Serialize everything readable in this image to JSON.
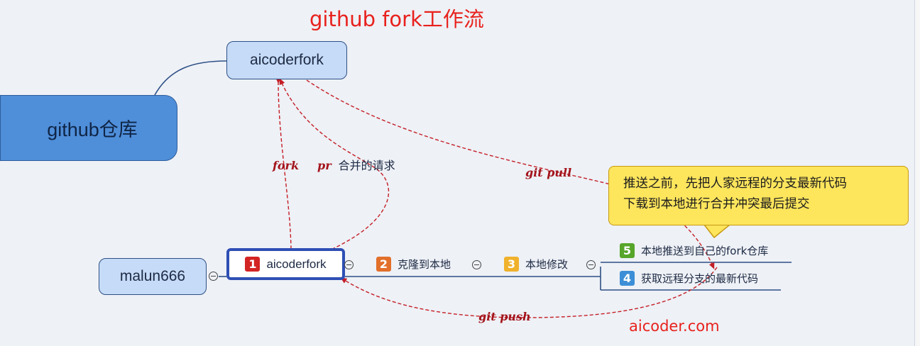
{
  "title": "github fork工作流",
  "nodes": {
    "root": "github仓库",
    "fork": "aicoderfork",
    "user": "malun666"
  },
  "steps": [
    {
      "number": "1",
      "label": "aicoderfork"
    },
    {
      "number": "2",
      "label": "克隆到本地"
    },
    {
      "number": "3",
      "label": "本地修改"
    },
    {
      "number": "4",
      "label": "获取远程分支的最新代码"
    },
    {
      "number": "5",
      "label": "本地推送到自己的fork仓库"
    }
  ],
  "edge_labels": {
    "fork": "fork",
    "pr": "pr",
    "pr_desc": "合并的请求",
    "git_pull": "git pull",
    "git_push": "git push"
  },
  "callout": {
    "line1": "推送之前，先把人家远程的分支最新代码",
    "line2": "下载到本地进行合并冲突最后提交"
  },
  "watermark": "aicoder.com",
  "colors": {
    "title_red": "#e8211d",
    "root_blue": "#4f8ed9",
    "node_blue": "#c6dbf7",
    "line_navy": "#2d4f86",
    "edge_red": "#a3131b",
    "callout_yellow": "#fde55c"
  }
}
